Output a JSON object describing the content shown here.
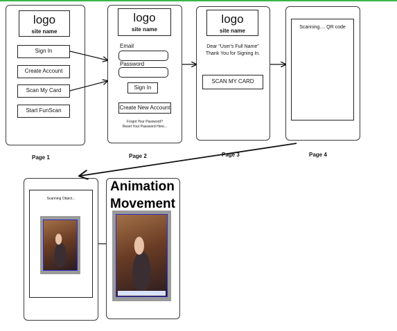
{
  "logo": {
    "word": "logo",
    "site_name": "site name"
  },
  "page1": {
    "buttons": [
      "Sign In",
      "Create Account",
      "Scan My Card",
      "Start FunScan"
    ],
    "label": "Page 1"
  },
  "page2": {
    "email_label": "Email",
    "password_label": "Password",
    "sign_in": "Sign In",
    "create_account": "Create New Account",
    "forgot_password": "Forgot Your Password?",
    "reset_password": "Reset Your Password Here...",
    "label": "Page 2"
  },
  "page3": {
    "greeting_line1": "Dear \"User's Full Name\"",
    "greeting_line2": "Thank You for Signing In.",
    "scan_button": "SCAN MY CARD",
    "label": "Page 3"
  },
  "page4": {
    "status": "Scanning.... QR code",
    "label": "Page 4"
  },
  "page5": {
    "status": "Scanning Object..."
  },
  "page6": {
    "title_line1": "Animation",
    "title_line2": "Movement"
  },
  "colors": {
    "border": "#3a3a3a",
    "photo_frame": "#9a9a9a",
    "photo_border": "#2d2dc8",
    "top_line": "#39b54a"
  }
}
